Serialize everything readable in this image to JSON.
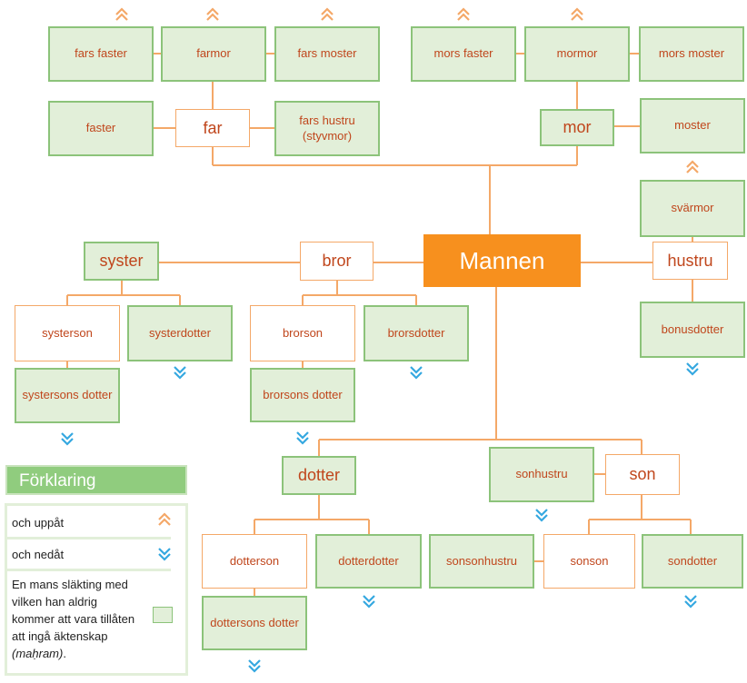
{
  "nodes": {
    "fars_faster": "fars faster",
    "farmor": "farmor",
    "fars_moster": "fars moster",
    "mors_faster": "mors faster",
    "mormor": "mormor",
    "mors_moster": "mors moster",
    "faster": "faster",
    "far": "far",
    "fars_hustru": "fars hustru (styvmor)",
    "mor": "mor",
    "moster": "moster",
    "svarmor": "svärmor",
    "syster": "syster",
    "bror": "bror",
    "mannen": "Mannen",
    "hustru": "hustru",
    "systerson": "systerson",
    "systerdotter": "systerdotter",
    "brorson": "brorson",
    "brorsdotter": "brorsdotter",
    "bonusdotter": "bonusdotter",
    "systersons_dotter": "systersons dotter",
    "brorsons_dotter": "brorsons dotter",
    "dotter": "dotter",
    "sonhustru": "sonhustru",
    "son": "son",
    "dotterson": "dotterson",
    "dotterdotter": "dotterdotter",
    "sonsonhustru": "sonsonhustru",
    "sonson": "sonson",
    "sondotter": "sondotter",
    "dottersons_dotter": "dottersons dotter"
  },
  "legend": {
    "title": "Förklaring",
    "upward": "och uppåt",
    "downward": "och nedåt",
    "mahram_text": "En mans släkting med vilken han aldrig kommer att vara tillåten att ingå äktenskap",
    "mahram_term": "(maḥram)",
    "mahram_end": "."
  },
  "colors": {
    "mahram_fill": "#e2efd9",
    "mahram_border": "#8cc37a",
    "non_mahram_border": "#f4a868",
    "connector": "#f4a868",
    "main_fill": "#f7901e",
    "label_text": "#c0461c",
    "arrow_up": "#f4a868",
    "arrow_down": "#35a8e0"
  }
}
